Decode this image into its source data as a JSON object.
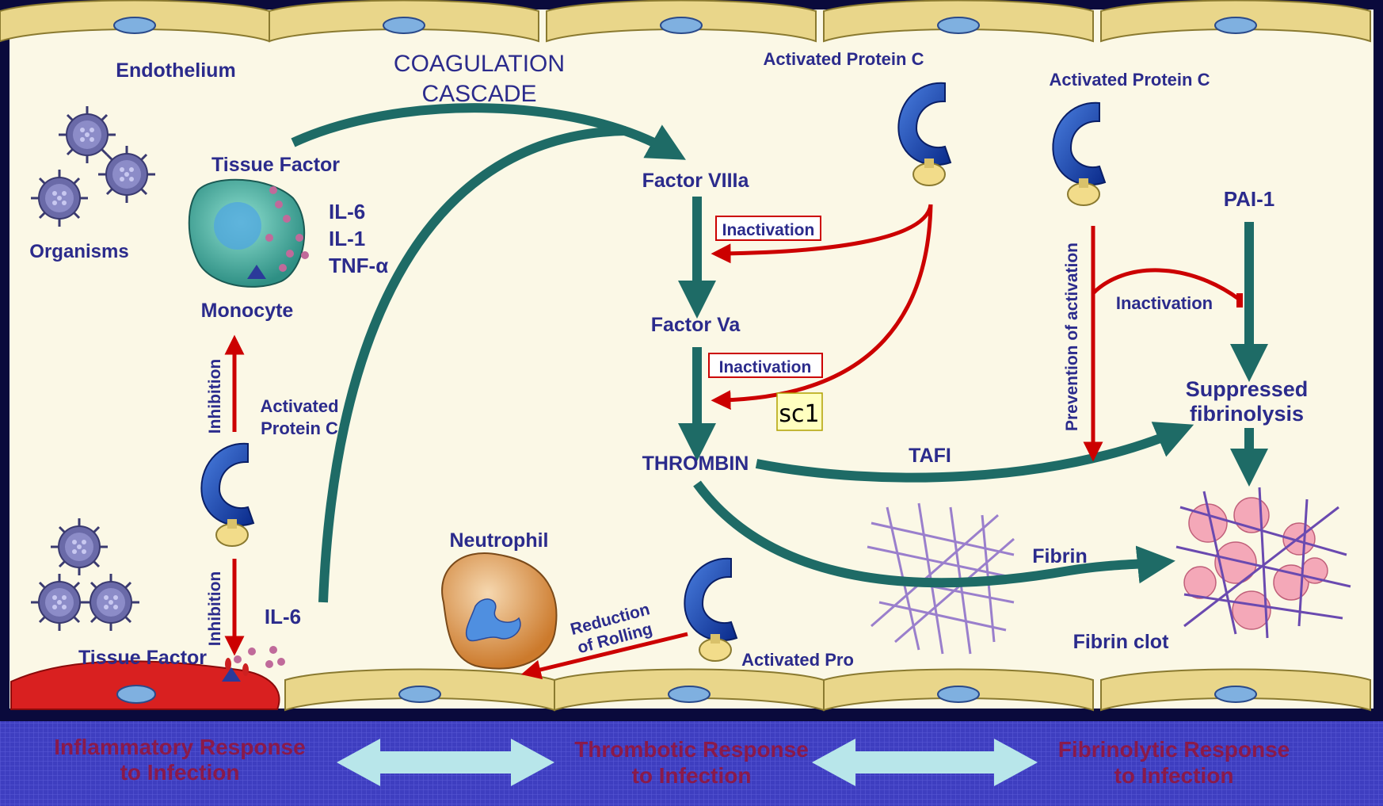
{
  "labels": {
    "endothelium": "Endothelium",
    "coagulation_line1": "COAGULATION",
    "coagulation_line2": "CASCADE",
    "activated_protein_c_top": "Activated Protein C",
    "activated_protein_c_right": "Activated Protein C",
    "tissue_factor_top": "Tissue Factor",
    "organisms": "Organisms",
    "il6_top": "IL-6",
    "il1": "IL-1",
    "tnf": "TNF-α",
    "monocyte": "Monocyte",
    "inhibition_upper": "Inhibition",
    "inhibition_lower": "Inhibition",
    "activated_protein_c_left_line1": "Activated",
    "activated_protein_c_left_line2": "Protein C",
    "il6_bottom": "IL-6",
    "tissue_factor_bottom": "Tissue Factor",
    "neutrophil": "Neutrophil",
    "reduction_line1": "Reduction",
    "reduction_line2": "of Rolling",
    "activated_pro": "Activated Pro",
    "factor_viiia": "Factor VIIIa",
    "factor_va": "Factor Va",
    "thrombin": "THROMBIN",
    "inactivation_1": "Inactivation",
    "inactivation_2": "Inactivation",
    "inactivation_3": "Inactivation",
    "sc1": "sc1",
    "tafi": "TAFI",
    "fibrin": "Fibrin",
    "fibrin_clot": "Fibrin clot",
    "pai1": "PAI-1",
    "prevention": "Prevention of activation",
    "suppressed_line1": "Suppressed",
    "suppressed_line2": "fibrinolysis"
  },
  "banner": {
    "inflammatory_line1": "Inflammatory Response",
    "inflammatory_line2": "to Infection",
    "thrombotic_line1": "Thrombotic Response",
    "thrombotic_line2": "to Infection",
    "fibrinolytic_line1": "Fibrinolytic Response",
    "fibrinolytic_line2": "to Infection"
  },
  "colors": {
    "teal_arrow": "#1e6b66",
    "red_arrow": "#cc0000",
    "label_blue": "#2b2b8c",
    "banner_text": "#8a1a4a",
    "banner_bg": "#3d3db8",
    "panel_bg": "#fbf8e6",
    "endothelium": "#e9d68a"
  }
}
